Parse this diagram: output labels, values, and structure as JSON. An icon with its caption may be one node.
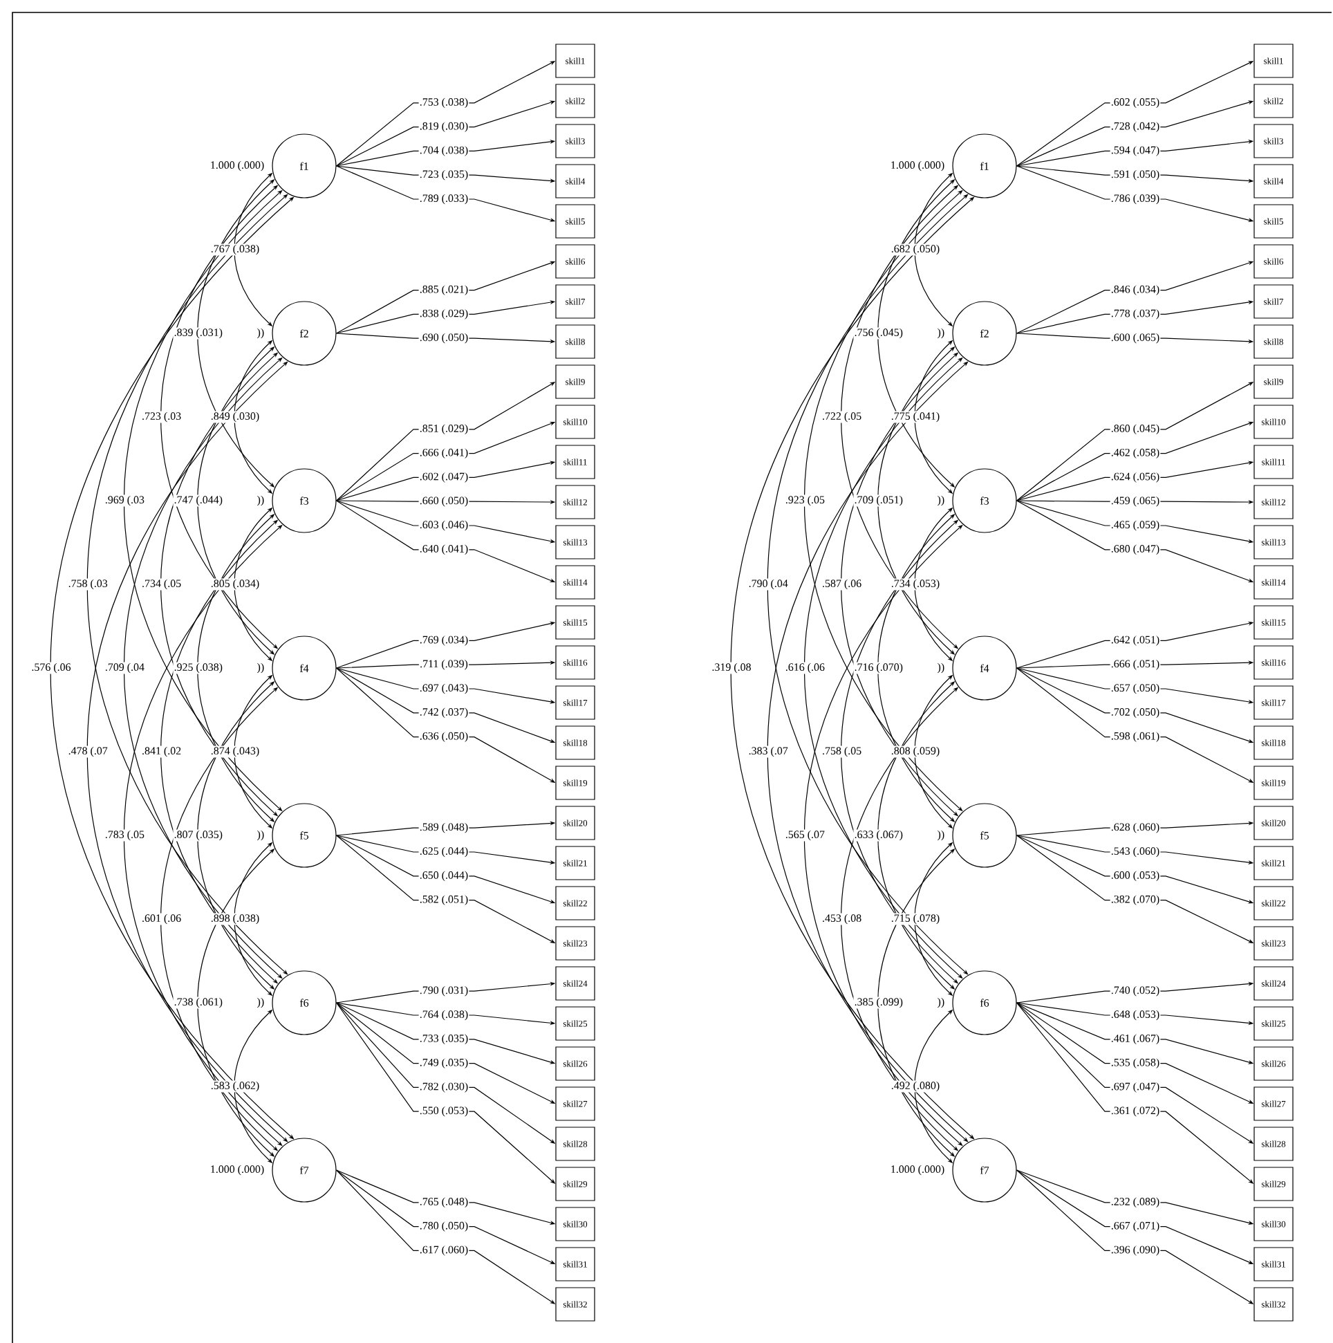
{
  "diagram": {
    "nodes": [
      {
        "text": [
          "f1"
        ],
        "beside": [
          "1.000 (.000)"
        ]
      },
      {
        "text": [
          "f2"
        ]
      },
      {
        "text": [
          "f3"
        ]
      },
      {
        "text": [
          "f4"
        ]
      },
      {
        "text": [
          "f5"
        ]
      },
      {
        "text": [
          "f6"
        ]
      },
      {
        "text": [
          "f7"
        ],
        "beside": [
          "1.000 (.000)"
        ]
      },
      {
        "text": [
          "skill1"
        ]
      },
      {
        "text": [
          "skill2"
        ]
      },
      {
        "text": [
          "skill3"
        ]
      },
      {
        "text": [
          "skill4"
        ]
      },
      {
        "text": [
          "skill5"
        ]
      },
      {
        "text": [
          "skill6"
        ]
      },
      {
        "text": [
          "skill7"
        ]
      },
      {
        "text": [
          "skill8"
        ]
      },
      {
        "text": [
          "skill9"
        ]
      },
      {
        "text": [
          "skill10"
        ]
      },
      {
        "text": [
          "skill11"
        ]
      },
      {
        "text": [
          "skill12"
        ]
      },
      {
        "text": [
          "skill13"
        ]
      },
      {
        "text": [
          "skill14"
        ]
      },
      {
        "text": [
          "skill15"
        ]
      },
      {
        "text": [
          "skill16"
        ]
      },
      {
        "text": [
          "skill17"
        ]
      },
      {
        "text": [
          "skill18"
        ]
      },
      {
        "text": [
          "skill19"
        ]
      },
      {
        "text": [
          "skill20"
        ]
      },
      {
        "text": [
          "skill21"
        ]
      },
      {
        "text": [
          "skill22"
        ]
      },
      {
        "text": [
          "skill23"
        ]
      },
      {
        "text": [
          "skill24"
        ]
      },
      {
        "text": [
          "skill25"
        ]
      },
      {
        "text": [
          "skill26"
        ]
      },
      {
        "text": [
          "skill27"
        ]
      },
      {
        "text": [
          "skill28"
        ]
      },
      {
        "text": [
          "skill29"
        ]
      },
      {
        "text": [
          "skill30"
        ]
      },
      {
        "text": [
          "skill31"
        ]
      },
      {
        "text": [
          "skill32"
        ]
      },
      {
        "text": [
          "f1"
        ],
        "beside": [
          "1.000 (.000)"
        ]
      },
      {
        "text": [
          "f2"
        ]
      },
      {
        "text": [
          "f3"
        ]
      },
      {
        "text": [
          "f4"
        ]
      },
      {
        "text": [
          "f5"
        ]
      },
      {
        "text": [
          "f6"
        ]
      },
      {
        "text": [
          "f7"
        ],
        "beside": [
          "1.000 (.000)"
        ]
      },
      {
        "text": [
          "skill1"
        ]
      },
      {
        "text": [
          "skill2"
        ]
      },
      {
        "text": [
          "skill3"
        ]
      },
      {
        "text": [
          "skill4"
        ]
      },
      {
        "text": [
          "skill5"
        ]
      },
      {
        "text": [
          "skill6"
        ]
      },
      {
        "text": [
          "skill7"
        ]
      },
      {
        "text": [
          "skill8"
        ]
      },
      {
        "text": [
          "skill9"
        ]
      },
      {
        "text": [
          "skill10"
        ]
      },
      {
        "text": [
          "skill11"
        ]
      },
      {
        "text": [
          "skill12"
        ]
      },
      {
        "text": [
          "skill13"
        ]
      },
      {
        "text": [
          "skill14"
        ]
      },
      {
        "text": [
          "skill15"
        ]
      },
      {
        "text": [
          "skill16"
        ]
      },
      {
        "text": [
          "skill17"
        ]
      },
      {
        "text": [
          "skill18"
        ]
      },
      {
        "text": [
          "skill19"
        ]
      },
      {
        "text": [
          "skill20"
        ]
      },
      {
        "text": [
          "skill21"
        ]
      },
      {
        "text": [
          "skill22"
        ]
      },
      {
        "text": [
          "skill23"
        ]
      },
      {
        "text": [
          "skill24"
        ]
      },
      {
        "text": [
          "skill25"
        ]
      },
      {
        "text": [
          "skill26"
        ]
      },
      {
        "text": [
          "skill27"
        ]
      },
      {
        "text": [
          "skill28"
        ]
      },
      {
        "text": [
          "skill29"
        ]
      },
      {
        "text": [
          "skill30"
        ]
      },
      {
        "text": [
          "skill31"
        ]
      },
      {
        "text": [
          "skill32"
        ]
      }
    ],
    "edges": [
      {
        "from": 0,
        "to": 7,
        "arrow": "to",
        "label": ".753 (.038)"
      },
      {
        "from": 0,
        "to": 8,
        "arrow": "to",
        "label": ".819 (.030)"
      },
      {
        "from": 0,
        "to": 9,
        "arrow": "to",
        "label": ".704 (.038)"
      },
      {
        "from": 0,
        "to": 10,
        "arrow": "to",
        "label": ".723 (.035)"
      },
      {
        "from": 0,
        "to": 11,
        "arrow": "to",
        "label": ".789 (.033)"
      },
      {
        "from": 1,
        "to": 12,
        "arrow": "to",
        "label": ".885 (.021)"
      },
      {
        "from": 1,
        "to": 13,
        "arrow": "to",
        "label": ".838 (.029)"
      },
      {
        "from": 1,
        "to": 14,
        "arrow": "to",
        "label": ".690 (.050)"
      },
      {
        "from": 2,
        "to": 15,
        "arrow": "to",
        "label": ".851 (.029)"
      },
      {
        "from": 2,
        "to": 16,
        "arrow": "to",
        "label": ".666 (.041)"
      },
      {
        "from": 2,
        "to": 17,
        "arrow": "to",
        "label": ".602 (.047)"
      },
      {
        "from": 2,
        "to": 18,
        "arrow": "to",
        "label": ".660 (.050)"
      },
      {
        "from": 2,
        "to": 19,
        "arrow": "to",
        "label": ".603 (.046)"
      },
      {
        "from": 2,
        "to": 20,
        "arrow": "to",
        "label": ".640 (.041)"
      },
      {
        "from": 3,
        "to": 21,
        "arrow": "to",
        "label": ".769 (.034)"
      },
      {
        "from": 3,
        "to": 22,
        "arrow": "to",
        "label": ".711 (.039)"
      },
      {
        "from": 3,
        "to": 23,
        "arrow": "to",
        "label": ".697 (.043)"
      },
      {
        "from": 3,
        "to": 24,
        "arrow": "to",
        "label": ".742 (.037)"
      },
      {
        "from": 3,
        "to": 25,
        "arrow": "to",
        "label": ".636 (.050)"
      },
      {
        "from": 4,
        "to": 26,
        "arrow": "to",
        "label": ".589 (.048)"
      },
      {
        "from": 4,
        "to": 27,
        "arrow": "to",
        "label": ".625 (.044)"
      },
      {
        "from": 4,
        "to": 28,
        "arrow": "to",
        "label": ".650 (.044)"
      },
      {
        "from": 4,
        "to": 29,
        "arrow": "to",
        "label": ".582 (.051)"
      },
      {
        "from": 5,
        "to": 30,
        "arrow": "to",
        "label": ".790 (.031)"
      },
      {
        "from": 5,
        "to": 31,
        "arrow": "to",
        "label": ".764 (.038)"
      },
      {
        "from": 5,
        "to": 32,
        "arrow": "to",
        "label": ".733 (.035)"
      },
      {
        "from": 5,
        "to": 33,
        "arrow": "to",
        "label": ".749 (.035)"
      },
      {
        "from": 5,
        "to": 34,
        "arrow": "to",
        "label": ".782 (.030)"
      },
      {
        "from": 5,
        "to": 35,
        "arrow": "to",
        "label": ".550 (.053)"
      },
      {
        "from": 6,
        "to": 36,
        "arrow": "to",
        "label": ".765 (.048)"
      },
      {
        "from": 6,
        "to": 37,
        "arrow": "to",
        "label": ".780 (.050)"
      },
      {
        "from": 6,
        "to": 38,
        "arrow": "to",
        "label": ".617 (.060)"
      },
      {
        "from": 0,
        "to": 1,
        "arrow": "both",
        "label": ".767 (.038)"
      },
      {
        "from": 0,
        "to": 2,
        "arrow": "both",
        "label": ".839 (.031)"
      },
      {
        "from": 0,
        "to": 3,
        "arrow": "both",
        "label": ".723 (.03"
      },
      {
        "from": 1,
        "to": 2,
        "arrow": "both",
        "label": ".849 (.030)"
      },
      {
        "from": 0,
        "to": 4,
        "arrow": "both",
        "label": ".969 (.03"
      },
      {
        "from": 1,
        "to": 3,
        "arrow": "both",
        "label": ".747 (.044)"
      },
      {
        "from": 0,
        "to": 5,
        "arrow": "both",
        "label": ".758 (.03"
      },
      {
        "from": 1,
        "to": 4,
        "arrow": "both",
        "label": ".734 (.05"
      },
      {
        "from": 2,
        "to": 3,
        "arrow": "both",
        "label": ".805 (.034)"
      },
      {
        "from": 0,
        "to": 6,
        "arrow": "both",
        "label": ".576 (.06"
      },
      {
        "from": 1,
        "to": 5,
        "arrow": "both",
        "label": ".709 (.04"
      },
      {
        "from": 2,
        "to": 4,
        "arrow": "both",
        "label": ".925 (.038)"
      },
      {
        "from": 1,
        "to": 6,
        "arrow": "both",
        "label": ".478 (.07"
      },
      {
        "from": 2,
        "to": 5,
        "arrow": "both",
        "label": ".841 (.02"
      },
      {
        "from": 3,
        "to": 4,
        "arrow": "both",
        "label": ".874 (.043)"
      },
      {
        "from": 2,
        "to": 6,
        "arrow": "both",
        "label": ".783 (.05"
      },
      {
        "from": 3,
        "to": 5,
        "arrow": "both",
        "label": ".807 (.035)"
      },
      {
        "from": 3,
        "to": 6,
        "arrow": "both",
        "label": ".601 (.06"
      },
      {
        "from": 4,
        "to": 5,
        "arrow": "both",
        "label": ".898 (.038)"
      },
      {
        "from": 4,
        "to": 6,
        "arrow": "both",
        "label": ".738 (.061)"
      },
      {
        "from": 5,
        "to": 6,
        "arrow": "both",
        "label": ".583 (.062)"
      },
      {
        "from": 39,
        "to": 46,
        "arrow": "to",
        "label": ".602 (.055)"
      },
      {
        "from": 39,
        "to": 47,
        "arrow": "to",
        "label": ".728 (.042)"
      },
      {
        "from": 39,
        "to": 48,
        "arrow": "to",
        "label": ".594 (.047)"
      },
      {
        "from": 39,
        "to": 49,
        "arrow": "to",
        "label": ".591 (.050)"
      },
      {
        "from": 39,
        "to": 50,
        "arrow": "to",
        "label": ".786 (.039)"
      },
      {
        "from": 40,
        "to": 51,
        "arrow": "to",
        "label": ".846 (.034)"
      },
      {
        "from": 40,
        "to": 52,
        "arrow": "to",
        "label": ".778 (.037)"
      },
      {
        "from": 40,
        "to": 53,
        "arrow": "to",
        "label": ".600 (.065)"
      },
      {
        "from": 41,
        "to": 54,
        "arrow": "to",
        "label": ".860 (.045)"
      },
      {
        "from": 41,
        "to": 55,
        "arrow": "to",
        "label": ".462 (.058)"
      },
      {
        "from": 41,
        "to": 56,
        "arrow": "to",
        "label": ".624 (.056)"
      },
      {
        "from": 41,
        "to": 57,
        "arrow": "to",
        "label": ".459 (.065)"
      },
      {
        "from": 41,
        "to": 58,
        "arrow": "to",
        "label": ".465 (.059)"
      },
      {
        "from": 41,
        "to": 59,
        "arrow": "to",
        "label": ".680 (.047)"
      },
      {
        "from": 42,
        "to": 60,
        "arrow": "to",
        "label": ".642 (.051)"
      },
      {
        "from": 42,
        "to": 61,
        "arrow": "to",
        "label": ".666 (.051)"
      },
      {
        "from": 42,
        "to": 62,
        "arrow": "to",
        "label": ".657 (.050)"
      },
      {
        "from": 42,
        "to": 63,
        "arrow": "to",
        "label": ".702 (.050)"
      },
      {
        "from": 42,
        "to": 64,
        "arrow": "to",
        "label": ".598 (.061)"
      },
      {
        "from": 43,
        "to": 65,
        "arrow": "to",
        "label": ".628 (.060)"
      },
      {
        "from": 43,
        "to": 66,
        "arrow": "to",
        "label": ".543 (.060)"
      },
      {
        "from": 43,
        "to": 67,
        "arrow": "to",
        "label": ".600 (.053)"
      },
      {
        "from": 43,
        "to": 68,
        "arrow": "to",
        "label": ".382 (.070)"
      },
      {
        "from": 44,
        "to": 69,
        "arrow": "to",
        "label": ".740 (.052)"
      },
      {
        "from": 44,
        "to": 70,
        "arrow": "to",
        "label": ".648 (.053)"
      },
      {
        "from": 44,
        "to": 71,
        "arrow": "to",
        "label": ".461 (.067)"
      },
      {
        "from": 44,
        "to": 72,
        "arrow": "to",
        "label": ".535 (.058)"
      },
      {
        "from": 44,
        "to": 73,
        "arrow": "to",
        "label": ".697 (.047)"
      },
      {
        "from": 44,
        "to": 74,
        "arrow": "to",
        "label": ".361 (.072)"
      },
      {
        "from": 45,
        "to": 75,
        "arrow": "to",
        "label": ".232 (.089)"
      },
      {
        "from": 45,
        "to": 76,
        "arrow": "to",
        "label": ".667 (.071)"
      },
      {
        "from": 45,
        "to": 77,
        "arrow": "to",
        "label": ".396 (.090)"
      },
      {
        "from": 39,
        "to": 40,
        "arrow": "both",
        "label": ".682 (.050)"
      },
      {
        "from": 39,
        "to": 41,
        "arrow": "both",
        "label": ".756 (.045)"
      },
      {
        "from": 39,
        "to": 42,
        "arrow": "both",
        "label": ".722 (.05"
      },
      {
        "from": 40,
        "to": 41,
        "arrow": "both",
        "label": ".775 (.041)"
      },
      {
        "from": 39,
        "to": 43,
        "arrow": "both",
        "label": ".923 (.05"
      },
      {
        "from": 40,
        "to": 42,
        "arrow": "both",
        "label": ".709 (.051)"
      },
      {
        "from": 39,
        "to": 44,
        "arrow": "both",
        "label": ".790 (.04"
      },
      {
        "from": 40,
        "to": 43,
        "arrow": "both",
        "label": ".587 (.06"
      },
      {
        "from": 41,
        "to": 42,
        "arrow": "both",
        "label": ".734 (.053)"
      },
      {
        "from": 39,
        "to": 45,
        "arrow": "both",
        "label": ".319 (.08"
      },
      {
        "from": 40,
        "to": 44,
        "arrow": "both",
        "label": ".616 (.06"
      },
      {
        "from": 41,
        "to": 43,
        "arrow": "both",
        "label": ".716 (.070)"
      },
      {
        "from": 40,
        "to": 45,
        "arrow": "both",
        "label": ".383 (.07"
      },
      {
        "from": 41,
        "to": 44,
        "arrow": "both",
        "label": ".758 (.05"
      },
      {
        "from": 42,
        "to": 43,
        "arrow": "both",
        "label": ".808 (.059)"
      },
      {
        "from": 41,
        "to": 45,
        "arrow": "both",
        "label": ".565 (.07"
      },
      {
        "from": 42,
        "to": 44,
        "arrow": "both",
        "label": ".633 (.067)"
      },
      {
        "from": 42,
        "to": 45,
        "arrow": "both",
        "label": ".453 (.08"
      },
      {
        "from": 43,
        "to": 44,
        "arrow": "both",
        "label": ".715 (.078)"
      },
      {
        "from": 43,
        "to": 45,
        "arrow": "both",
        "label": ".385 (.099)"
      },
      {
        "from": 44,
        "to": 45,
        "arrow": "both",
        "label": ".492 (.080)"
      }
    ],
    "labels": [
      "))",
      "))",
      "))",
      "))",
      "))",
      "))",
      "))",
      "))",
      "))",
      "))"
    ]
  }
}
